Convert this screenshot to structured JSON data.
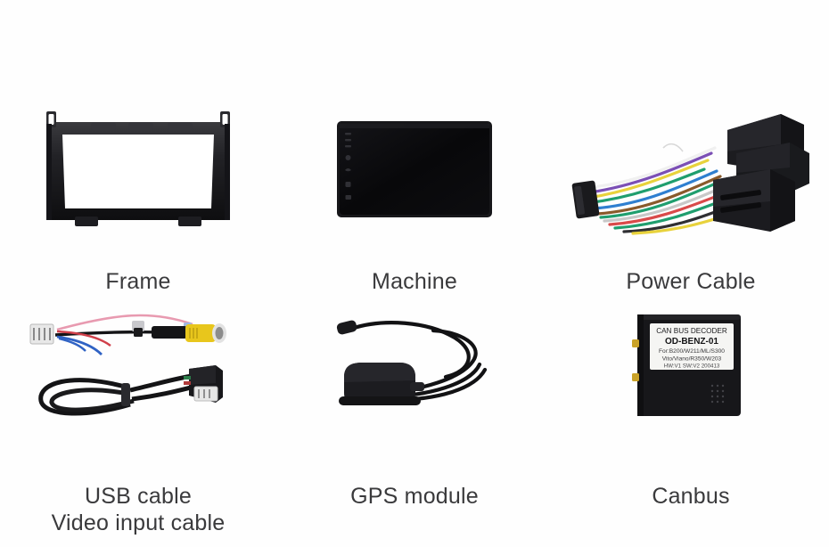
{
  "page": {
    "background_color": "#ffffff",
    "caption_color": "#3a3a3c",
    "layout": "2 rows x 3 columns product accessory grid"
  },
  "items": [
    {
      "id": "frame",
      "label": "Frame",
      "icon": "dash-frame-bezel",
      "description": "Black rectangular double-din dash mounting bezel with mounting tabs",
      "colors": {
        "body": "#1b1b1d",
        "edge": "#343438"
      }
    },
    {
      "id": "machine",
      "label": "Machine",
      "icon": "car-head-unit-screen",
      "description": "Black touchscreen car head unit with side control icons",
      "colors": {
        "screen": "#0a0a0c",
        "bezel": "#151517"
      }
    },
    {
      "id": "power-cable",
      "label": "Power Cable",
      "icon": "wiring-harness",
      "description": "Multi colored wiring harness with black connector blocks",
      "colors": {
        "connector": "#1c1c1e",
        "wires": [
          "#1f9e6e",
          "#e8d23c",
          "#7b4fb5",
          "#f2f2f2",
          "#3b7fd4",
          "#8a5a2b",
          "#d94a4a",
          "#2f2f33"
        ]
      }
    },
    {
      "id": "usb-video-cable",
      "label": "USB cable\nVideo input cable",
      "icon": "usb-and-rca-video-cable",
      "description": "Black USB cable loop plus video input cable with yellow RCA jack",
      "colors": {
        "cable": "#141416",
        "rca": "#e8c61c",
        "rca_ring": "#d8d8d8",
        "white_connector": "#e6e6e6",
        "wire_pink": "#e89ab0",
        "wire_red": "#d0404a",
        "wire_blue": "#2f62c4"
      }
    },
    {
      "id": "gps-module",
      "label": "GPS module",
      "icon": "gps-antenna-puck",
      "description": "Black GPS puck antenna with long coiled cable and connector",
      "colors": {
        "body": "#141416",
        "cable": "#101012"
      }
    },
    {
      "id": "canbus",
      "label": "Canbus",
      "icon": "canbus-decoder-box",
      "description": "Black CAN bus decoder box with white printed label",
      "colors": {
        "body": "#161618",
        "label_bg": "#f4f4f2",
        "tab": "#c9a227"
      },
      "device_label": {
        "line1": "CAN BUS DECODER",
        "line2": "OD-BENZ-01",
        "line3": "For:B200/W211/ML/S300",
        "line4": "Vito/Viano/R350/W203",
        "line5": "HW:V1  SW:V2  200413"
      }
    }
  ]
}
